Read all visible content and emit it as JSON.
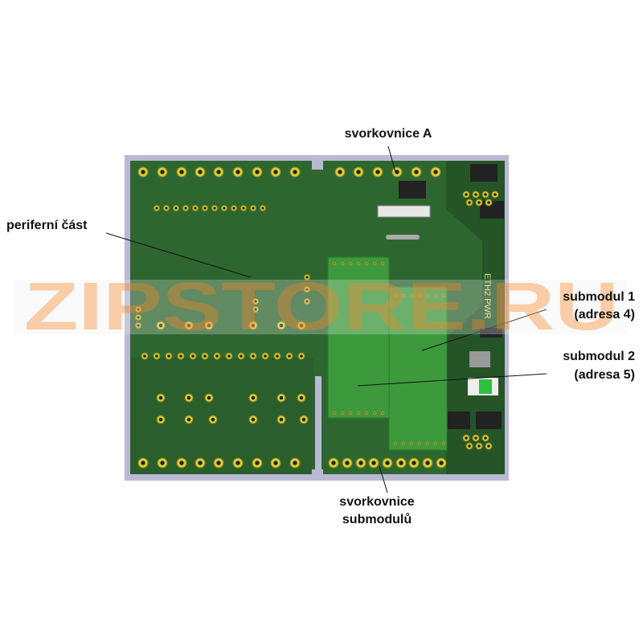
{
  "labels": {
    "terminal_a": "svorkovnice A",
    "peripheral": "periferní část",
    "submodule1_line1": "submodul 1",
    "submodule1_line2": "(adresa 4)",
    "submodule2_line1": "submodul 2",
    "submodule2_line2": "(adresa 5)",
    "submodule_terminals_line1": "svorkovnice",
    "submodule_terminals_line2": "submodulů"
  },
  "silkscreen": {
    "eth_pwr": "ETH2 PWR"
  },
  "watermark": "ZIPSTORE.RU",
  "colors": {
    "frame": "#b9b9d3",
    "board": "#2e6630",
    "board_dark": "#255427",
    "submodule": "#3c9a3c",
    "pad": "#d8d030",
    "watermark": "#f3a561"
  }
}
